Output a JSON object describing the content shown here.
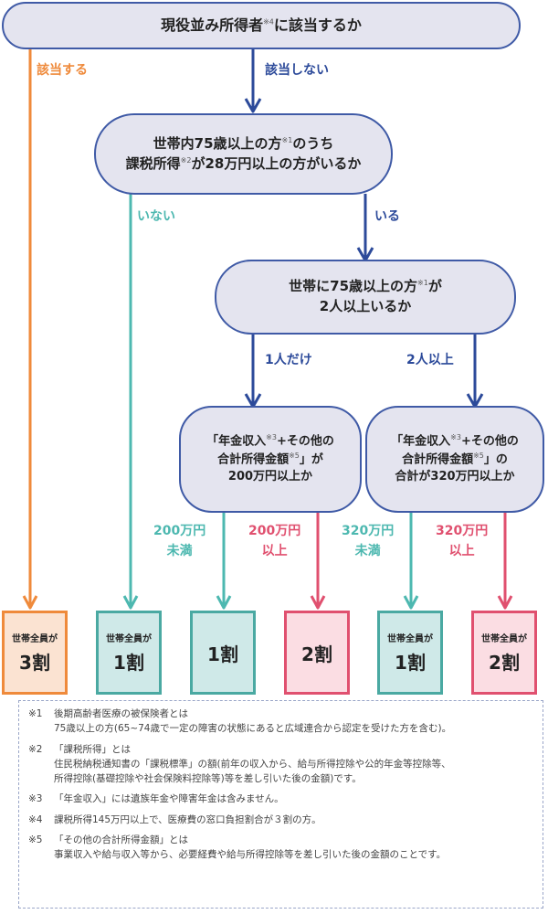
{
  "q1": {
    "text_a": "現役並み所得者",
    "sup": "※4",
    "text_b": "に該当するか"
  },
  "q1_yes": "該当する",
  "q1_no": "該当しない",
  "q2": {
    "line1_a": "世帯内75歳以上の方",
    "sup1": "※1",
    "line1_b": "のうち",
    "line2_a": "課税所得",
    "sup2": "※2",
    "line2_b": "が28万円以上の方がいるか"
  },
  "q2_no": "いない",
  "q2_yes": "いる",
  "q3": {
    "line1_a": "世帯に75歳以上の方",
    "sup": "※1",
    "line1_b": "が",
    "line2": "2人以上いるか"
  },
  "q3_one": "1人だけ",
  "q3_two": "2人以上",
  "q4": {
    "l1a": "「年金収入",
    "sup1": "※3",
    "l1b": "+その他の",
    "l2a": "合計所得金額",
    "sup2": "※5",
    "l2b": "」が",
    "l3": "200万円以上か"
  },
  "q5": {
    "l1a": "「年金収入",
    "sup1": "※3",
    "l1b": "+その他の",
    "l2a": "合計所得金額",
    "sup2": "※5",
    "l2b": "」の",
    "l3": "合計が320万円以上か"
  },
  "branches": [
    {
      "l1": "200万円",
      "l2": "未満"
    },
    {
      "l1": "200万円",
      "l2": "以上"
    },
    {
      "l1": "320万円",
      "l2": "未満"
    },
    {
      "l1": "320万円",
      "l2": "以上"
    }
  ],
  "results": [
    {
      "small": "世帯全員が",
      "big": "3割"
    },
    {
      "small": "世帯全員が",
      "big": "1割"
    },
    {
      "small": "",
      "big": "1割"
    },
    {
      "small": "",
      "big": "2割"
    },
    {
      "small": "世帯全員が",
      "big": "1割"
    },
    {
      "small": "世帯全員が",
      "big": "2割"
    }
  ],
  "notes": [
    {
      "mark": "※1",
      "lines": [
        "後期高齢者医療の被保険者とは",
        "75歳以上の方(65~74歳で一定の障害の状態にあると広域連合から認定を受けた方を含む)。"
      ]
    },
    {
      "mark": "※2",
      "lines": [
        "「課税所得」とは",
        "住民税納税通知書の「課税標準」の額(前年の収入から、給与所得控除や公的年金等控除等、",
        "所得控除(基礎控除や社会保険料控除等)等を差し引いた後の金額)です。"
      ]
    },
    {
      "mark": "※3",
      "lines": [
        "「年金収入」には遺族年金や障害年金は含みません。"
      ]
    },
    {
      "mark": "※4",
      "lines": [
        "課税所得145万円以上で、医療費の窓口負担割合が３割の方。"
      ]
    },
    {
      "mark": "※5",
      "lines": [
        "「その他の合計所得金額」とは",
        "事業収入や給与収入等から、必要経費や給与所得控除等を差し引いた後の金額のことです。"
      ]
    }
  ],
  "colors": {
    "orange": "#ef8a3b",
    "blue": "#2c4a9a",
    "teal": "#4db8b0",
    "pink": "#e0506f"
  }
}
